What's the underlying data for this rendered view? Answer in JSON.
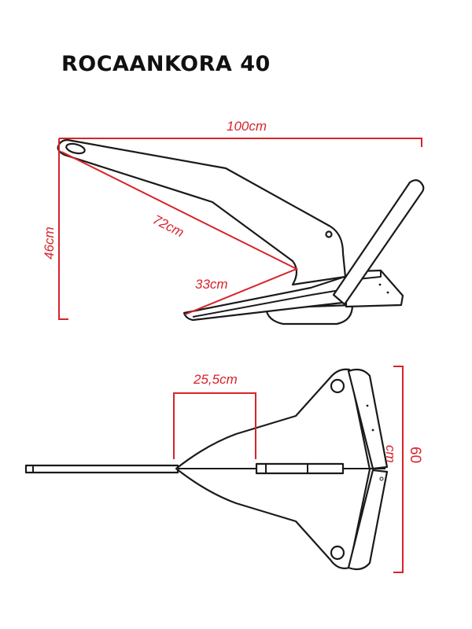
{
  "title": "ROCAANKORA 40",
  "colors": {
    "dimension": "#d8232a",
    "outline": "#1a1a1a"
  },
  "side_view": {
    "length_label": "100cm",
    "height_label": "46cm",
    "shank_label": "72cm",
    "fluke_label": "33cm"
  },
  "top_view": {
    "shank_offset_label": "25,5cm",
    "width_value": "60",
    "width_unit": "cm"
  }
}
